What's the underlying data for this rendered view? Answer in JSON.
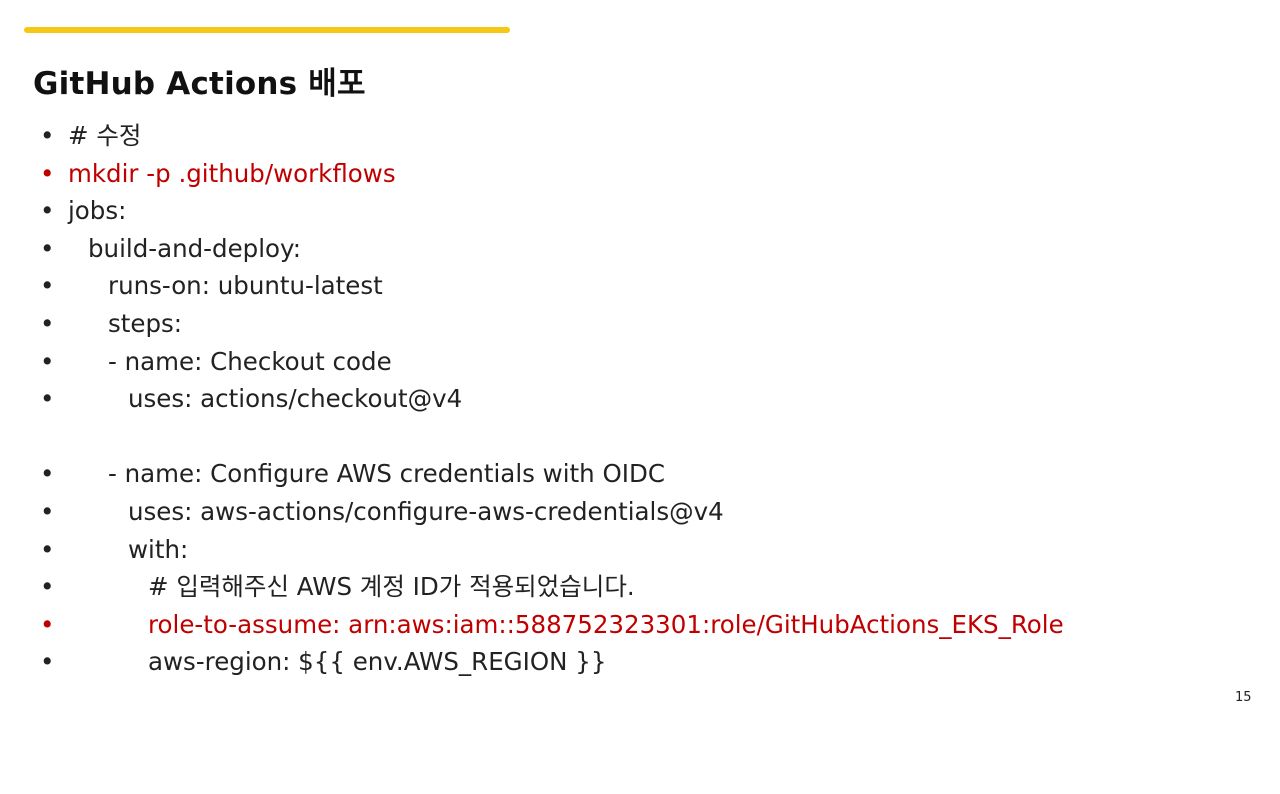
{
  "slide": {
    "title": "GitHub Actions 배포",
    "accent_color": "#f7c716",
    "highlight_color": "#c00000",
    "page_number": "15"
  },
  "bullets": [
    {
      "bullet": "•",
      "text": "# 수정",
      "red": false
    },
    {
      "bullet": "•",
      "text": "mkdir -p .github/workflows",
      "red": true
    },
    {
      "bullet": "•",
      "text": "jobs:",
      "red": false
    },
    {
      "bullet": "•",
      "text": "build-and-deploy:",
      "red": false
    },
    {
      "bullet": "•",
      "text": "runs-on: ubuntu-latest",
      "red": false
    },
    {
      "bullet": "•",
      "text": "steps:",
      "red": false
    },
    {
      "bullet": "•",
      "text": "- name: Checkout code",
      "red": false
    },
    {
      "bullet": "•",
      "text": "uses: actions/checkout@v4",
      "red": false
    },
    {
      "bullet": "",
      "text": "",
      "red": false
    },
    {
      "bullet": "•",
      "text": "- name: Configure AWS credentials with OIDC",
      "red": false
    },
    {
      "bullet": "•",
      "text": "uses: aws-actions/configure-aws-credentials@v4",
      "red": false
    },
    {
      "bullet": "•",
      "text": "with:",
      "red": false
    },
    {
      "bullet": "•",
      "text": "# 입력해주신 AWS 계정 ID가 적용되었습니다.",
      "red": false
    },
    {
      "bullet": "•",
      "text": "role-to-assume: arn:aws:iam::588752323301:role/GitHubActions_EKS_Role",
      "red": true
    },
    {
      "bullet": "•",
      "text": "aws-region: ${{ env.AWS_REGION }}",
      "red": false
    }
  ]
}
